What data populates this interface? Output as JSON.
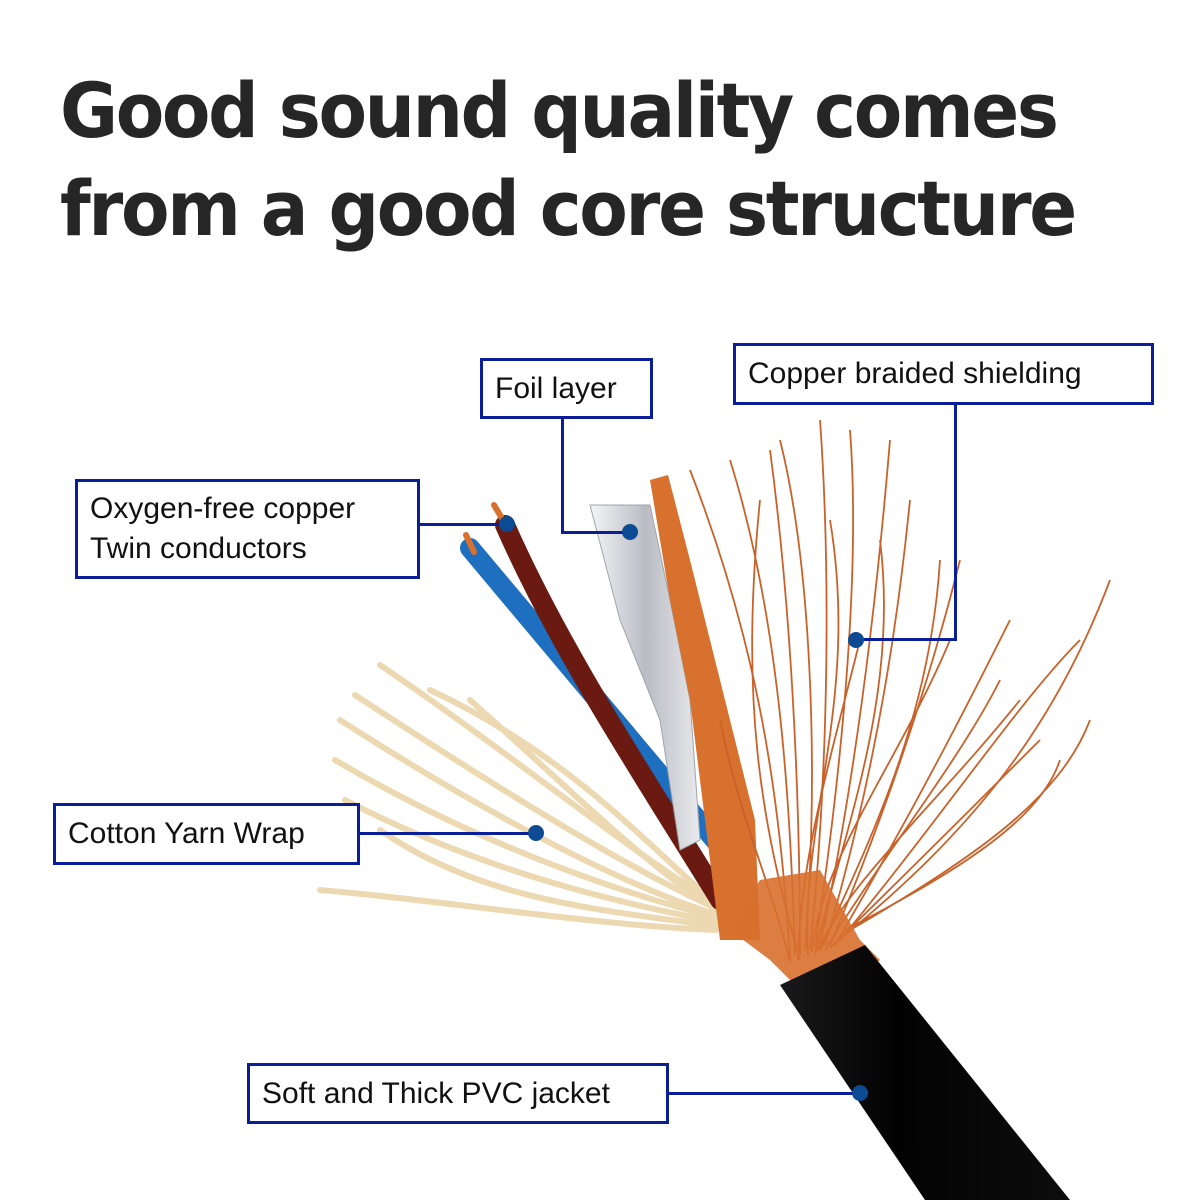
{
  "title": {
    "line1": "Good sound quality comes",
    "line2": "from a good core structure"
  },
  "colors": {
    "label_border": "#0a1e9a",
    "dot": "#0d4a94",
    "title_text": "#262626",
    "copper": "#d8702e",
    "jacket": "#050505",
    "foil": "#d9dbe0",
    "conductor_blue": "#1f6fc0",
    "conductor_brown": "#6a1a10",
    "cotton": "#efdcb6"
  },
  "labels": {
    "foil": "Foil layer",
    "copper_braid": "Copper braided shielding",
    "conductors_line1": "Oxygen-free copper",
    "conductors_line2": "Twin conductors",
    "cotton": "Cotton Yarn Wrap",
    "jacket": "Soft and Thick PVC jacket"
  },
  "components": [
    {
      "id": "conductors",
      "name": "Oxygen-free copper twin conductors"
    },
    {
      "id": "foil",
      "name": "Foil layer"
    },
    {
      "id": "copper_braid",
      "name": "Copper braided shielding"
    },
    {
      "id": "cotton",
      "name": "Cotton yarn wrap"
    },
    {
      "id": "jacket",
      "name": "Soft and thick PVC jacket"
    }
  ]
}
